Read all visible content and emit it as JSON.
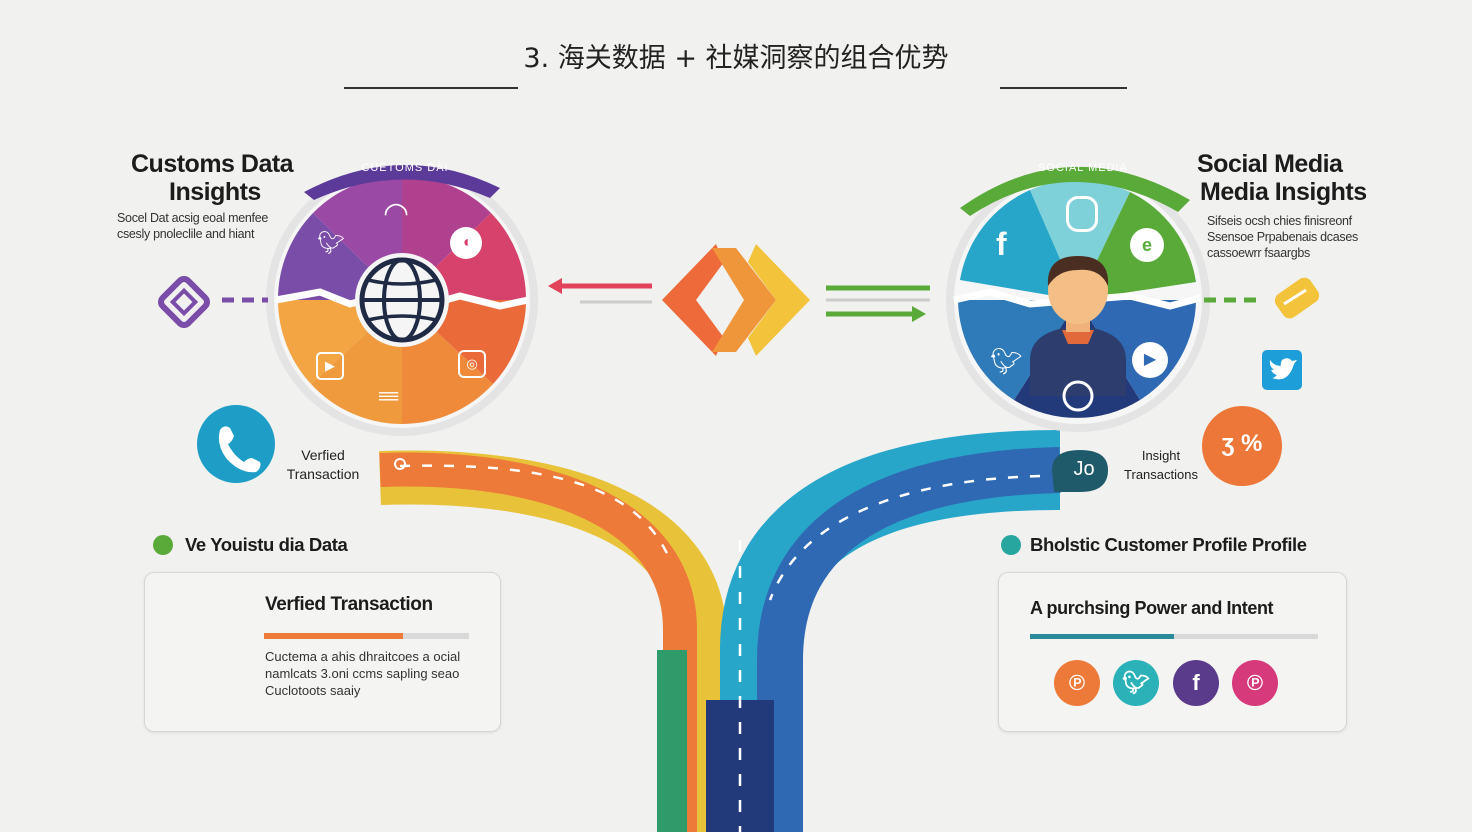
{
  "title": "3. 海关数据 + 社媒洞察的组合优势",
  "left": {
    "heading_line1": "Customs Data",
    "heading_line2": "Insights",
    "blurb_line1": "Socel Dat acsig eoal menfee",
    "blurb_line2": "csesly pnoleclile and hiant",
    "ring_label": "CUETOMS DAI",
    "verified_line1": "Verfied",
    "verified_line2": "Transaction",
    "section_title": "Ve Youistu dia Data",
    "card_title": "Verfied Transaction",
    "card_line1": "Cuctema a ahis dhraitcoes a ocial",
    "card_line2": "namlcats 3.oni ccms sapling seao",
    "card_line3": "Cuclotoots saaiy",
    "card_progress": 0.68
  },
  "right": {
    "heading_line1": "Social Media",
    "heading_line2": "Media Insights",
    "blurb_line1": "Sifseis ocsh chies finisreonf",
    "blurb_line2": "Ssensoe Prpabenais dcases",
    "blurb_line3": "cassoewrr fsaargbs",
    "ring_label": "SOCIAL MEDIA",
    "insight_line1": "Insight",
    "insight_line2": "Transactions",
    "badge_text": "Jo",
    "section_title": "Bholstic Customer Profile Profile",
    "card_title": "A  purchsing Power and Intent",
    "card_progress": 0.5
  },
  "icons": {
    "left_logo": "diamond-logo-icon",
    "phone": "phone-icon",
    "globe": "globe-icon",
    "person": "person-avatar-icon",
    "twitter_badge": "twitter-icon",
    "orange_badge_text": "ʒ %"
  },
  "colors": {
    "purple": "#7a4ea8",
    "magenta": "#d6426b",
    "orange": "#ee8a3a",
    "teal": "#27a6c9",
    "green": "#5aaa3a",
    "blue": "#2f69b3",
    "navy": "#233a7a",
    "yellow": "#f3c33b"
  }
}
